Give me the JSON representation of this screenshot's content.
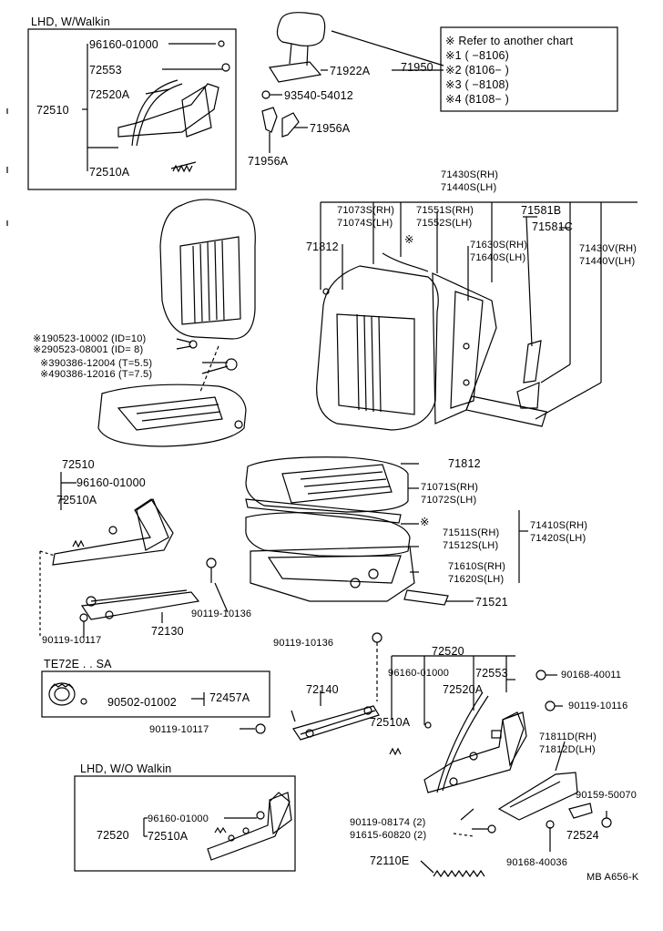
{
  "boxes": {
    "walkin_title": "LHD, W/Walkin",
    "te72e_title": "TE72E . . SA",
    "wo_walkin_title": "LHD, W/O Walkin"
  },
  "legend": {
    "refer": "※ Refer to another chart",
    "r1": "※1 (      −8106)",
    "r2": "※2 (8106−      )",
    "r3": "※3 (      −8108)",
    "r4": "※4 (8108−      )"
  },
  "parts": {
    "p96160_01000_a": "96160-01000",
    "p72553_a": "72553",
    "p72520a_a": "72520A",
    "p72510_a": "72510",
    "p72510a_a": "72510A",
    "p71922a": "71922A",
    "p71950": "71950",
    "p93540": "93540-54012",
    "p71956a_r": "71956A",
    "p71956a_l": "71956A",
    "p71430s": "71430S(RH)",
    "p71440s": "71440S(LH)",
    "p71073s": "71073S(RH)",
    "p71074s": "71074S(LH)",
    "p71551s": "71551S(RH)",
    "p71552s": "71552S(LH)",
    "p71581b": "71581B",
    "p71581c": "71581C",
    "p71812_a": "71812",
    "p71630s": "71630S(RH)",
    "p71640s": "71640S(LH)",
    "p71430v": "71430V(RH)",
    "p71440v": "71440V(LH)",
    "b190523": "※190523-10002 (ID=10)",
    "b290523": "※290523-08001 (ID= 8)",
    "b390386": "※390386-12004 (T=5.5)",
    "b490386": "※490386-12016 (T=7.5)",
    "p72510_b": "72510",
    "p96160_01000_b": "96160-01000",
    "p72510a_b": "72510A",
    "p71812_b": "71812",
    "p71071s": "71071S(RH)",
    "p71072s": "71072S(LH)",
    "p71511s": "71511S(RH)",
    "p71512s": "71512S(LH)",
    "p71410s": "71410S(RH)",
    "p71420s": "71420S(LH)",
    "p71610s": "71610S(RH)",
    "p71620s": "71620S(LH)",
    "p71521": "71521",
    "p90119_10136_a": "90119-10136",
    "p90119_10117_a": "90119-10117",
    "p72130": "72130",
    "p90502": "90502-01002",
    "p72457a": "72457A",
    "p90119_10136_b": "90119-10136",
    "p72520_c": "72520",
    "p96160_01000_c": "96160-01000",
    "p72553_c": "72553",
    "p72520a_c": "72520A",
    "p90168_40011": "90168-40011",
    "p90119_10116": "90119-10116",
    "p72140": "72140",
    "p90119_10117_b": "90119-10117",
    "p72510a_c": "72510A",
    "p71811d": "71811D(RH)",
    "p71812d": "71812D(LH)",
    "p90159": "90159-50070",
    "p72524": "72524",
    "p90119_08174": "90119-08174 (2)",
    "p91615": "91615-60820 (2)",
    "p72110e": "72110E",
    "p90168_40036": "90168-40036",
    "p96160_01000_d": "96160-01000",
    "p72520_d": "72520",
    "p72510a_d": "72510A"
  },
  "ref_code": "MB A656-K"
}
